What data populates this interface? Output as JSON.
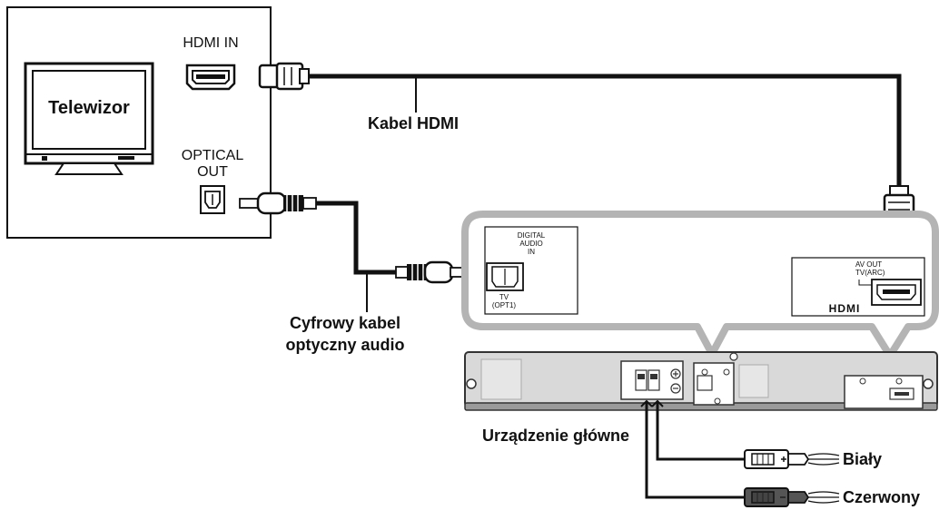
{
  "tv": {
    "name": "Telewizor",
    "hdmi_port_label": "HDMI IN",
    "optical_port_label_line1": "OPTICAL",
    "optical_port_label_line2": "OUT"
  },
  "cables": {
    "hdmi": "Kabel HDMI",
    "optical_line1": "Cyfrowy kabel",
    "optical_line2": "optyczny audio"
  },
  "main_unit": {
    "name": "Urządzenie główne",
    "digital_audio_in": [
      "DIGITAL",
      "AUDIO",
      "IN"
    ],
    "tv_opt": [
      "TV",
      "(OPT1)"
    ],
    "av_out": [
      "AV OUT",
      "TV(ARC)"
    ],
    "hdmi_logo": "HDMI"
  },
  "speaker_wires": {
    "white": "Biały",
    "red": "Czerwony"
  },
  "colors": {
    "line": "#111111",
    "callout": "#b4b4b4",
    "panel": "#e6e6e6",
    "unit_body": "#d9d9d9",
    "red_plug": "#555555",
    "white_plug": "#ffffff"
  }
}
